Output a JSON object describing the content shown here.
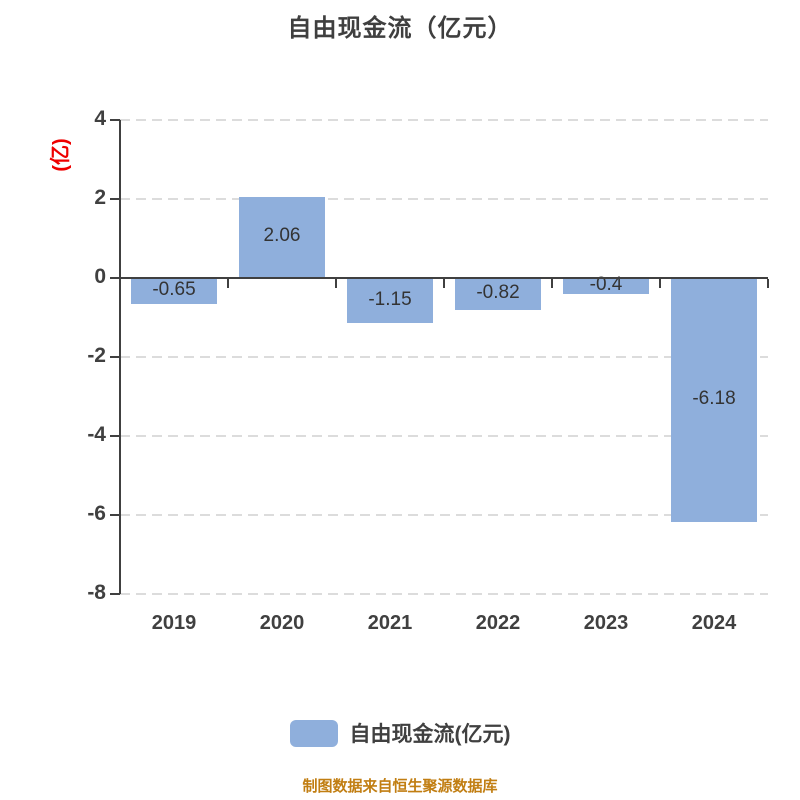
{
  "title": "自由现金流（亿元）",
  "y_axis": {
    "name": "(亿)",
    "name_color": "#ee0000",
    "tick_labels": [
      "4",
      "2",
      "0",
      "-2",
      "-4",
      "-6",
      "-8"
    ]
  },
  "x_axis": {
    "labels": [
      "2019",
      "2020",
      "2021",
      "2022",
      "2023",
      "2024"
    ]
  },
  "legend": {
    "label": "自由现金流(亿元)",
    "swatch_color": "#8fafdc"
  },
  "footer": {
    "text": "制图数据来自恒生聚源数据库",
    "color": "#c17e12"
  },
  "colors": {
    "bar": "#8fafdc",
    "axis": "#404040",
    "grid": "#dcdcdc",
    "value_label": "#333333",
    "title": "#3f3f3f"
  },
  "chart_data": {
    "type": "bar",
    "title": "自由现金流（亿元）",
    "categories": [
      "2019",
      "2020",
      "2021",
      "2022",
      "2023",
      "2024"
    ],
    "values": [
      -0.65,
      2.06,
      -1.15,
      -0.82,
      -0.4,
      -6.18
    ],
    "value_labels": [
      "-0.65",
      "2.06",
      "-1.15",
      "-0.82",
      "-0.4",
      "-6.18"
    ],
    "series_name": "自由现金流(亿元)",
    "xlabel": "",
    "ylabel": "(亿)",
    "ylim": [
      -8,
      4
    ],
    "yticks": [
      4,
      2,
      0,
      -2,
      -4,
      -6,
      -8
    ],
    "grid": "horizontal-dashed",
    "legend_position": "bottom",
    "value_label_position": "inside-center",
    "footer": "制图数据来自恒生聚源数据库"
  }
}
